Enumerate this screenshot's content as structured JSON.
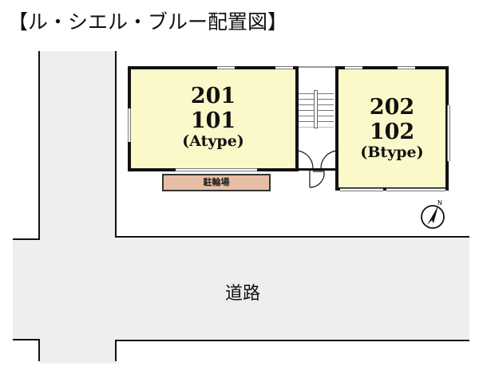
{
  "title": "【ル・シエル・ブルー配置図】",
  "units": [
    {
      "id": "unit-a",
      "numbers": [
        "201",
        "101"
      ],
      "type": "(Atype)"
    },
    {
      "id": "unit-b",
      "numbers": [
        "202",
        "102"
      ],
      "type": "(Btype)"
    }
  ],
  "bike_parking": {
    "label": "駐輪場"
  },
  "road": {
    "label": "道路"
  },
  "compass": {
    "label": "N"
  },
  "colors": {
    "unit_fill": "#fbf9c9",
    "bike_fill": "#e7bda6",
    "road_fill": "#eeeeee",
    "wall": "#111111"
  }
}
